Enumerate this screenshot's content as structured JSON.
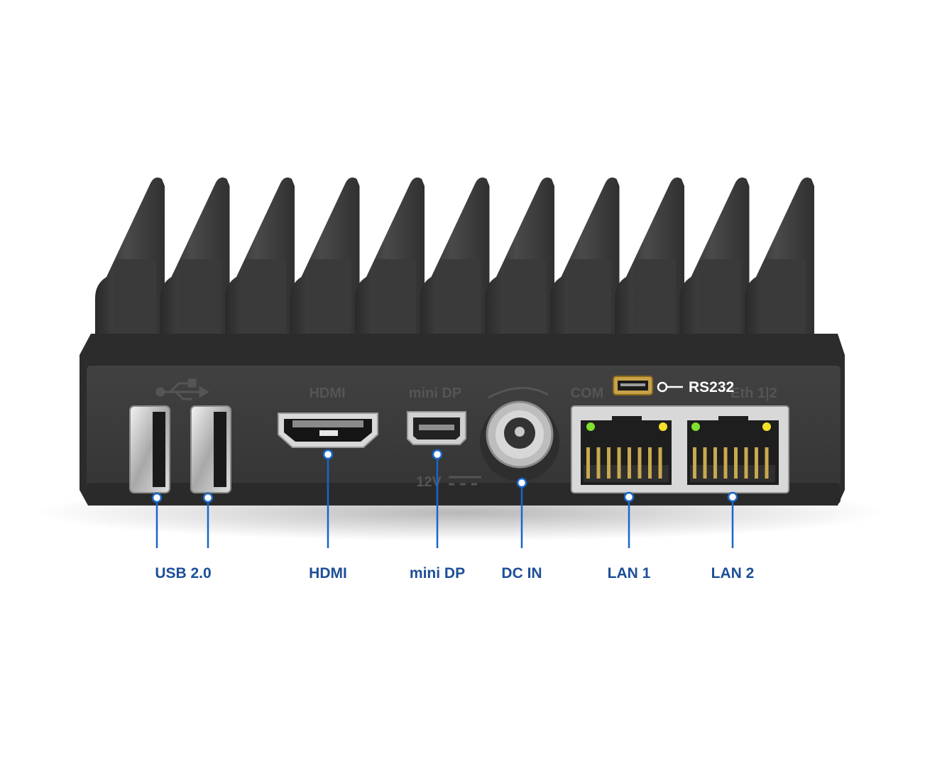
{
  "colors": {
    "accent": "#1a66c9",
    "label_text": "#1d4f97",
    "rs232_text": "#ffffff",
    "chassis": "#3b3b3c",
    "chassis_dark": "#232324",
    "engraving": "#545455",
    "led_green": "#7fe030",
    "led_yellow": "#f5e02a"
  },
  "engravings": {
    "usb_symbol": "usb-trident-icon",
    "hdmi": "HDMI",
    "mini_dp": "mini DP",
    "com": "COM",
    "dc_rating": "12V",
    "eth": "Eth 1|2"
  },
  "labels": {
    "usb": "USB 2.0",
    "hdmi": "HDMI",
    "mini_dp": "mini DP",
    "dc_in": "DC IN",
    "lan1": "LAN 1",
    "lan2": "LAN 2",
    "rs232": "RS232"
  }
}
